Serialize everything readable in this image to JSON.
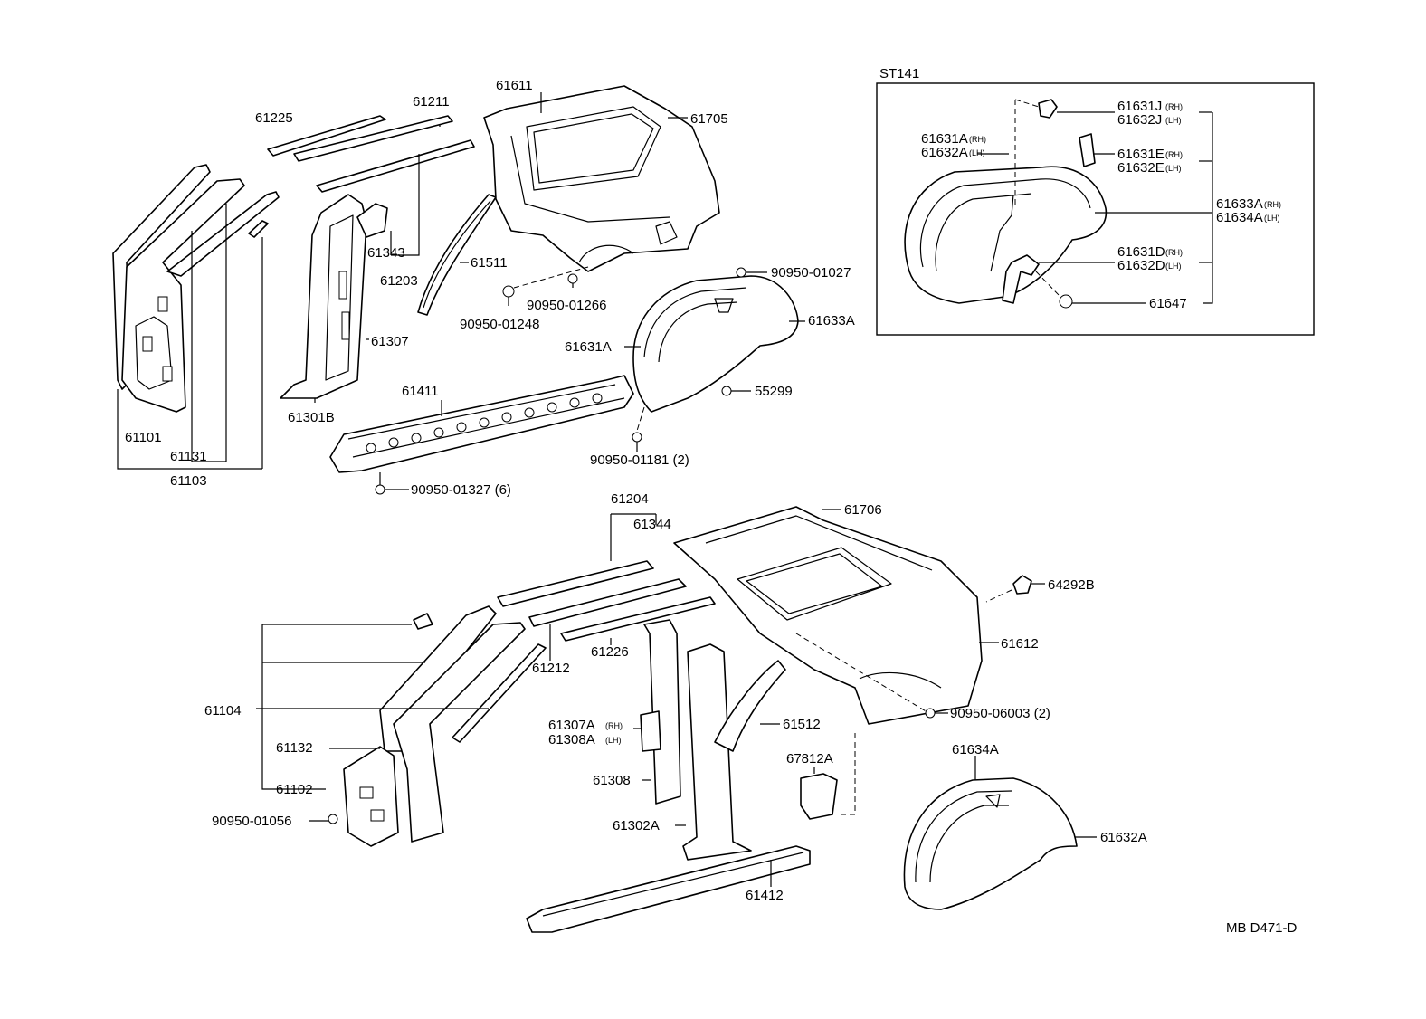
{
  "inset": {
    "title": "ST141"
  },
  "drawing_code": "MB D471-D",
  "labels": {
    "p61611": "61611",
    "p61705": "61705",
    "p61211": "61211",
    "p61225": "61225",
    "p61343": "61343",
    "p61203": "61203",
    "p61511": "61511",
    "p61307": "61307",
    "p61301B": "61301B",
    "p61101": "61101",
    "p61131": "61131",
    "p61103": "61103",
    "p61411": "61411",
    "p90950_01327": "90950-01327 (6)",
    "p90950_01266": "90950-01266",
    "p90950_01248": "90950-01248",
    "p90950_01027": "90950-01027",
    "p61633A": "61633A",
    "p61631A": "61631A",
    "p55299": "55299",
    "p90950_01181": "90950-01181 (2)",
    "p61204": "61204",
    "p61344": "61344",
    "p61706": "61706",
    "p64292B": "64292B",
    "p61612": "61612",
    "p61226": "61226",
    "p61212": "61212",
    "p61104": "61104",
    "p61132": "61132",
    "p61102": "61102",
    "p90950_01056": "90950-01056",
    "p61307A": "61307A",
    "p61308A": "61308A",
    "rh": "(RH)",
    "lh": "(LH)",
    "p61308": "61308",
    "p61302A": "61302A",
    "p61512": "61512",
    "p67812A": "67812A",
    "p90950_06003": "90950-06003 (2)",
    "p61634A": "61634A",
    "p61632A": "61632A",
    "p61412": "61412",
    "i61631J": "61631J",
    "i61632J": "61632J",
    "i61631A": "61631A",
    "i61632A": "61632A",
    "i61631E": "61631E",
    "i61632E": "61632E",
    "i61633A": "61633A",
    "i61634A": "61634A",
    "i61631D": "61631D",
    "i61632D": "61632D",
    "i61647": "61647"
  }
}
